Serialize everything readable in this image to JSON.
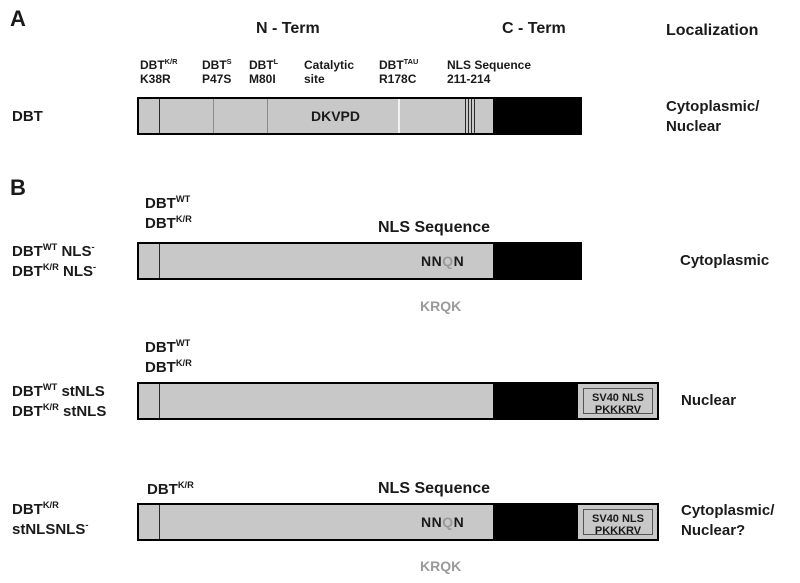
{
  "panelA": {
    "label": "A",
    "nterm": "N - Term",
    "cterm": "C - Term",
    "localization_header": "Localization",
    "sites": [
      {
        "base": "DBT",
        "sup": "K/R",
        "sub": "K38R"
      },
      {
        "base": "DBT",
        "sup": "S",
        "sub": "P47S"
      },
      {
        "base": "DBT",
        "sup": "L",
        "sub": "M80I"
      },
      {
        "base": "Catalytic",
        "sup": "",
        "sub": "site"
      },
      {
        "base": "DBT",
        "sup": "TAU",
        "sub": "R178C"
      },
      {
        "base": "NLS Sequence",
        "sup": "",
        "sub": "211-214"
      }
    ],
    "row_label": "DBT",
    "motif": "DKVPD",
    "localization": {
      "line1": "Cytoplasmic/",
      "line2": "Nuclear"
    }
  },
  "panelB": {
    "label": "B",
    "row1": {
      "above1": {
        "base": "DBT",
        "sup": "WT"
      },
      "above2": {
        "base": "DBT",
        "sup": "K/R"
      },
      "nls_title": "NLS Sequence",
      "label1": {
        "base": "DBT",
        "sup": "WT",
        "rest": " NLS",
        "sup2": "-"
      },
      "label2": {
        "base": "DBT",
        "sup": "K/R",
        "rest": " NLS",
        "sup2": "-"
      },
      "nnqn": {
        "a": "NN",
        "q": "Q",
        "b": "N"
      },
      "krqk": "KRQK",
      "localization": "Cytoplasmic"
    },
    "row2": {
      "above1": {
        "base": "DBT",
        "sup": "WT"
      },
      "above2": {
        "base": "DBT",
        "sup": "K/R"
      },
      "label1": {
        "base": "DBT",
        "sup": "WT",
        "rest": " stNLS"
      },
      "label2": {
        "base": "DBT",
        "sup": "K/R",
        "rest": " stNLS"
      },
      "sv40": {
        "line1": "SV40 NLS",
        "line2": "PKKKRV"
      },
      "localization": "Nuclear"
    },
    "row3": {
      "above1": {
        "base": "DBT",
        "sup": "K/R"
      },
      "nls_title": "NLS Sequence",
      "label1": {
        "base": "DBT",
        "sup": "K/R"
      },
      "label2": {
        "base": "stNLSNLS",
        "sup": "-"
      },
      "nnqn": {
        "a": "NN",
        "q": "Q",
        "b": "N"
      },
      "krqk": "KRQK",
      "sv40": {
        "line1": "SV40 NLS",
        "line2": "PKKKRV"
      },
      "localization": {
        "line1": "Cytoplasmic/",
        "line2": "Nuclear?"
      }
    }
  },
  "colors": {
    "domain_grey": "#c8c8c8",
    "cterm_black": "#000000",
    "mutant_q_grey": "#9a9a9a"
  }
}
